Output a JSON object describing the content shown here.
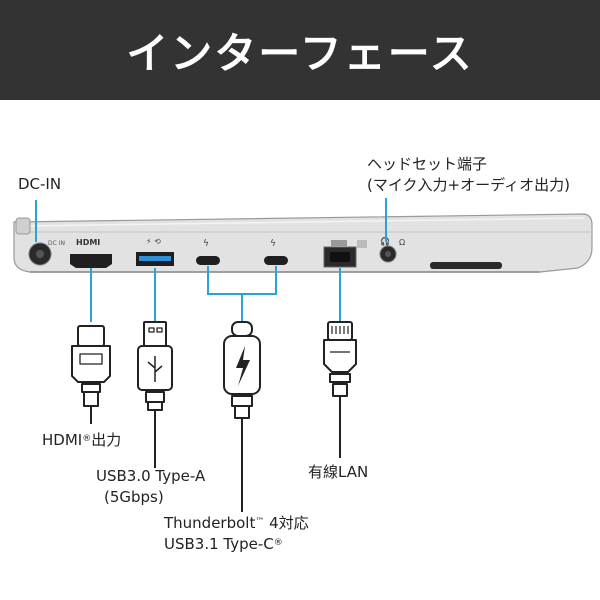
{
  "title": "インターフェース",
  "colors": {
    "banner_bg": "#333333",
    "banner_text": "#ffffff",
    "accent_line": "#29a3d6",
    "laptop_body": "#d9d9d9",
    "port_dark": "#1f1f1f",
    "usb_port_blue": "#2f8fd8"
  },
  "port_markings": {
    "dc_in": "DC IN",
    "hdmi": "HDMI"
  },
  "labels": {
    "dc_in": "DC-IN",
    "headset_line1": "ヘッドセット端子",
    "headset_line2": "(マイク入力+オーディオ出力)",
    "hdmi": "HDMI",
    "hdmi_reg": "®",
    "hdmi_suffix": "出力",
    "usb_a_line1": "USB3.0 Type-A",
    "usb_a_line2": "(5Gbps)",
    "lan": "有線LAN",
    "tb_line1_pre": "Thunderbolt",
    "tb_tm": "™",
    "tb_line1_post": " 4対応",
    "tb_line2": "USB3.1 Type-C",
    "tb_reg": "®"
  },
  "connectors": [
    {
      "name": "HDMI connector",
      "icon": "hdmi-plug-icon"
    },
    {
      "name": "USB Type-A connector",
      "icon": "usb-a-plug-icon"
    },
    {
      "name": "Thunderbolt / USB Type-C connector",
      "icon": "usb-c-plug-icon"
    },
    {
      "name": "RJ-45 LAN connector",
      "icon": "rj45-plug-icon"
    }
  ]
}
